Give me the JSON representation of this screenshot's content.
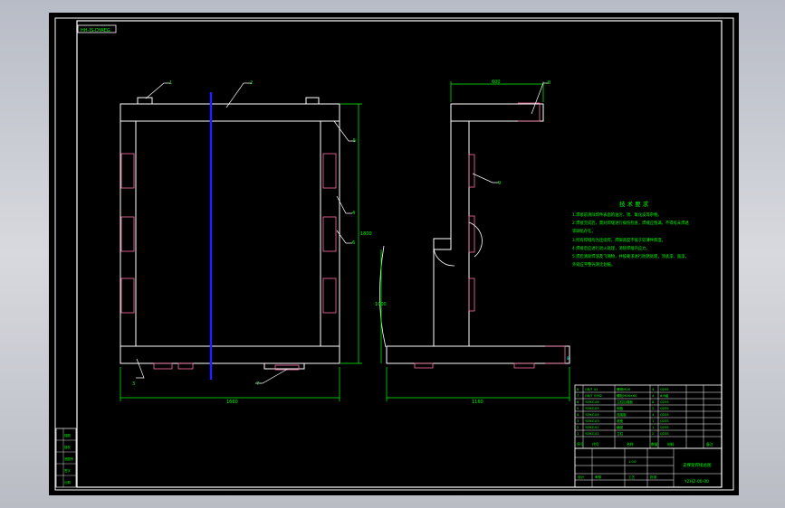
{
  "drawing": {
    "title_tag": "HH-JS-DYAEG",
    "technical_requirements": {
      "heading": "技 术 要 求",
      "lines": [
        "1.焊接前清除焊件表面的油污、锈、氧化皮等杂物。",
        "2.焊接完成后，需对焊缝进行探伤检查，焊缝应饱满，不得有未焊透",
        "  等缺陷存在。",
        "3.所有焊缝均为连续焊，焊脚高度不低于较薄件厚度。",
        "4.焊接后应进行退火处理，消除焊接内应力。",
        "5.焊后清除焊渣及飞溅物，并按要求进行防锈处理，涂底漆、面漆，",
        "  外观应平整光滑无划痕。"
      ]
    },
    "balloons_front": [
      "1",
      "2",
      "3",
      "4",
      "5",
      "6",
      "7",
      "8"
    ],
    "balloons_side": [
      "8",
      "9"
    ],
    "dimensions": {
      "front_width": "1660",
      "front_height": "1800",
      "side_width": "1160",
      "side_top": "600",
      "side_height": "1000"
    },
    "bom_rows": [
      [
        "8",
        "GB/T 41",
        "螺母M16",
        "4",
        "Q235"
      ],
      [
        "7",
        "GB/T 5782",
        "螺栓M16×60",
        "4",
        "8.8级"
      ],
      [
        "6",
        "YZHZ-06",
        "立柱加强板",
        "8",
        "Q235"
      ],
      [
        "5",
        "YZHZ-05",
        "侧板",
        "2",
        "Q235"
      ],
      [
        "4",
        "YZHZ-04",
        "连接板",
        "4",
        "Q235"
      ],
      [
        "3",
        "YZHZ-03",
        "底座",
        "1",
        "Q235"
      ],
      [
        "2",
        "YZHZ-02",
        "横梁",
        "1",
        "Q235"
      ],
      [
        "1",
        "YZHZ-01",
        "立柱",
        "2",
        "Q235"
      ]
    ],
    "bom_header": [
      "序号",
      "代号",
      "名称",
      "数量",
      "材料",
      "备注"
    ],
    "title_block": {
      "name": "支撑架焊接总图",
      "code": "YZHZ-00-00",
      "scale": "1:10",
      "sign_labels": [
        "设计",
        "审核",
        "工艺",
        "批准"
      ],
      "side_labels": [
        "描图",
        "描校",
        "底图号",
        "签字",
        "日期"
      ]
    }
  },
  "colors": {
    "background": "#000000",
    "line": "#ffffff",
    "dimension": "#00ff00",
    "pink": "#ff6fa8",
    "blue": "#2020ff",
    "cyan": "#00ffff"
  }
}
